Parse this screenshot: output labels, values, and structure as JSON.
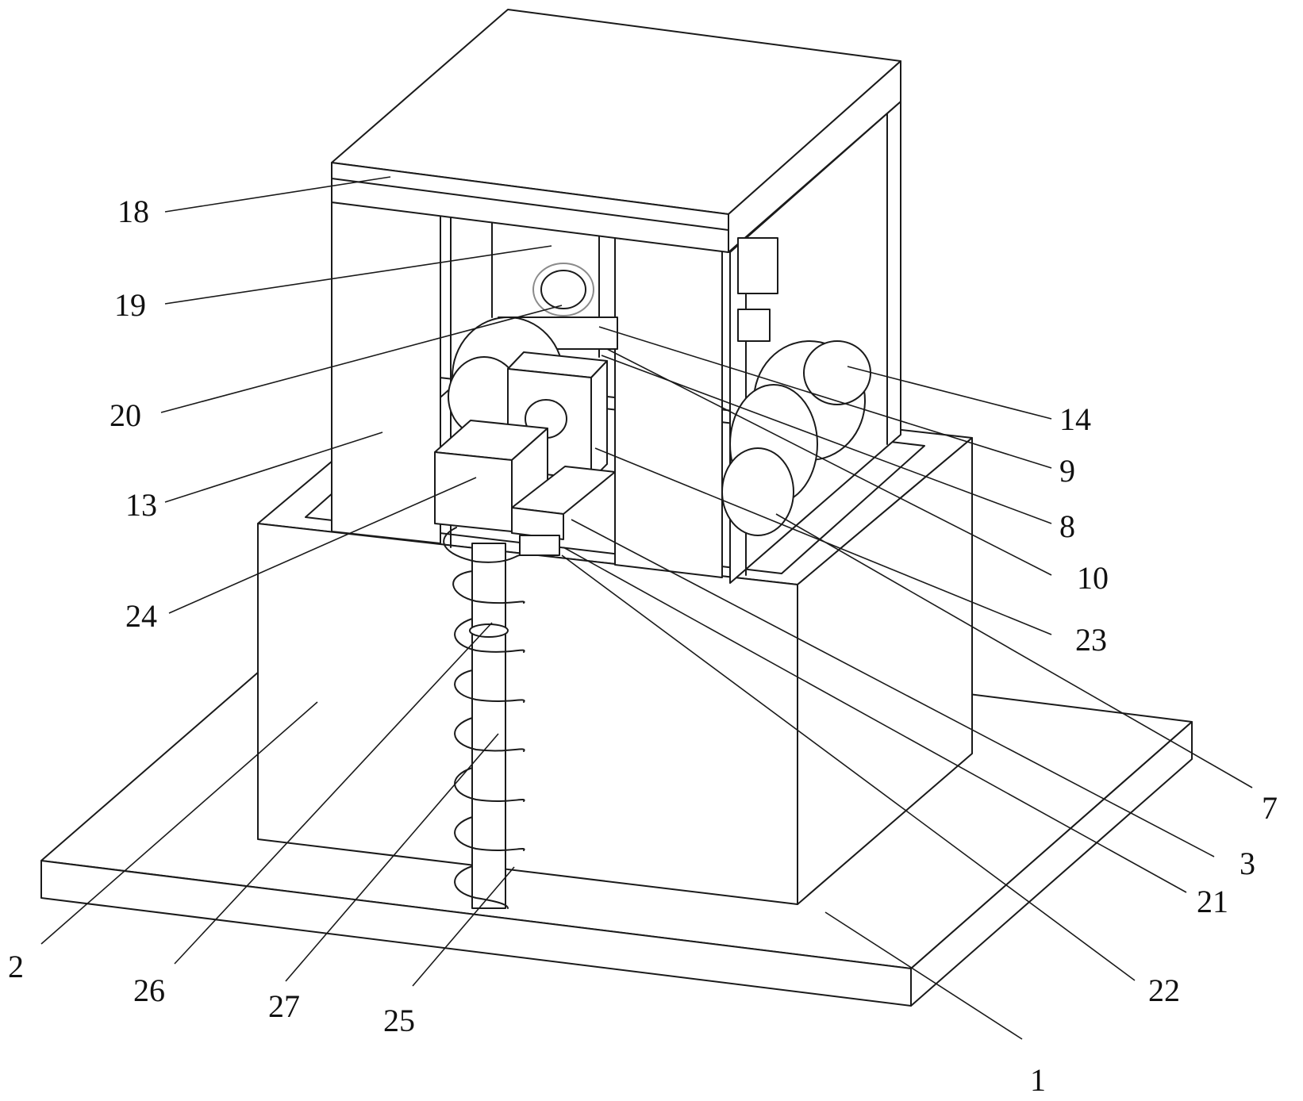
{
  "figure": {
    "labels": [
      {
        "text": "18"
      },
      {
        "text": "19"
      },
      {
        "text": "20"
      },
      {
        "text": "13"
      },
      {
        "text": "24"
      },
      {
        "text": "2"
      },
      {
        "text": "26"
      },
      {
        "text": "27"
      },
      {
        "text": "25"
      },
      {
        "text": "14"
      },
      {
        "text": "9"
      },
      {
        "text": "8"
      },
      {
        "text": "10"
      },
      {
        "text": "23"
      },
      {
        "text": "7"
      },
      {
        "text": "3"
      },
      {
        "text": "21"
      },
      {
        "text": "22"
      },
      {
        "text": "1"
      }
    ]
  },
  "colors": {
    "line": "#1a1a1a",
    "background": "#ffffff",
    "shading": "#8a8a8a"
  }
}
